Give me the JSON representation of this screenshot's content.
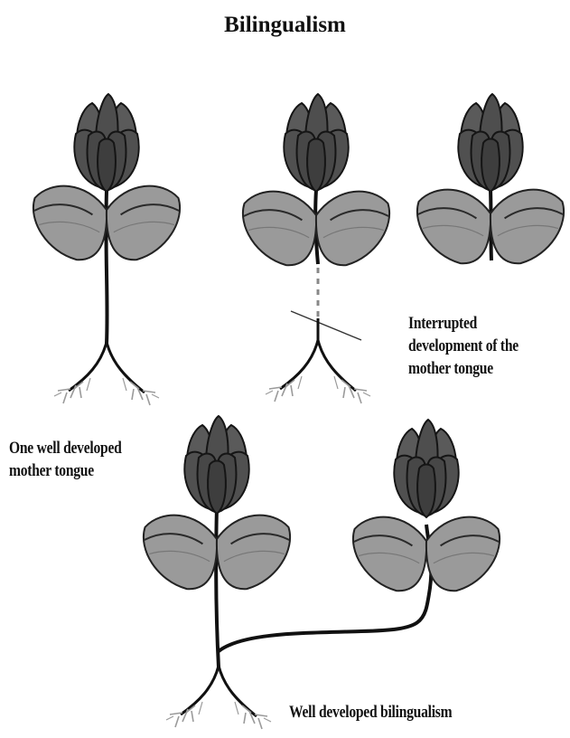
{
  "title": "Bilingualism",
  "captions": {
    "interrupted": [
      "Interrupted",
      "development of the",
      "mother tongue"
    ],
    "one_developed": [
      "One well developed",
      "mother tongue"
    ],
    "bilingual": "Well developed bilingualism"
  },
  "colors": {
    "flower": "#505050",
    "flower_outline": "#151515",
    "leaf": "#9a9a9a",
    "stem": "#111111",
    "root": "#9a9a9a"
  }
}
